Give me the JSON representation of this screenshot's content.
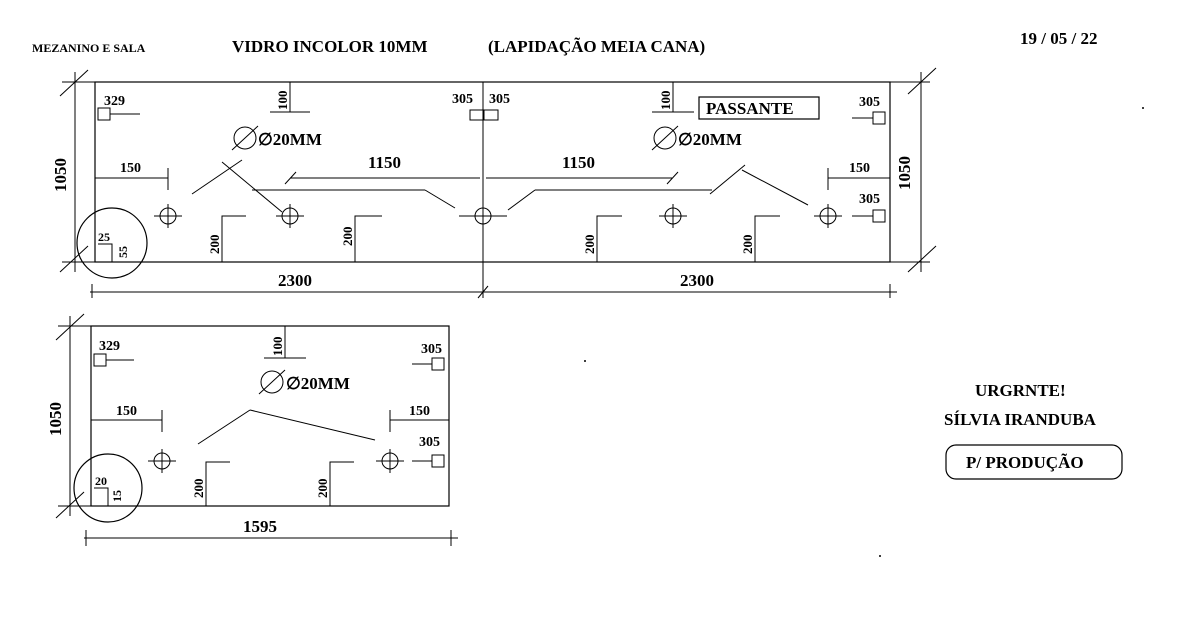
{
  "header": {
    "location": "MEZANINO E SALA",
    "title": "VIDRO INCOLOR 10MM",
    "finish": "(LAPIDAÇÃO MEIA CANA)",
    "date": "19 / 05 / 22"
  },
  "panel1": {
    "height": "1050",
    "width_left": "2300",
    "width_right": "2300",
    "dist_left": "1150",
    "dist_right": "1150",
    "hole_left": "∅20MM",
    "hole_right": "∅20MM",
    "passante": "PASSANTE",
    "dim_329": "329",
    "dim_100a": "100",
    "dim_100b": "100",
    "dim_305_tl": "305",
    "dim_305_tr": "305",
    "dim_305_r1": "305",
    "dim_305_r2": "305",
    "dim_150_l": "150",
    "dim_150_r": "150",
    "dim_200_a": "200",
    "dim_200_b": "200",
    "dim_200_c": "200",
    "dim_200_d": "200",
    "corner_a": "25",
    "corner_b": "55"
  },
  "panel2": {
    "height": "1050",
    "width": "1595",
    "hole": "∅20MM",
    "dim_329": "329",
    "dim_100": "100",
    "dim_305_tr": "305",
    "dim_305_r": "305",
    "dim_150_l": "150",
    "dim_150_r": "150",
    "dim_200_a": "200",
    "dim_200_b": "200",
    "corner_a": "20",
    "corner_b": "15"
  },
  "notes": {
    "urgent": "URGRNTE!",
    "client": "SÍLVIA IRANDUBA",
    "production": "P/ PRODUÇÃO"
  }
}
